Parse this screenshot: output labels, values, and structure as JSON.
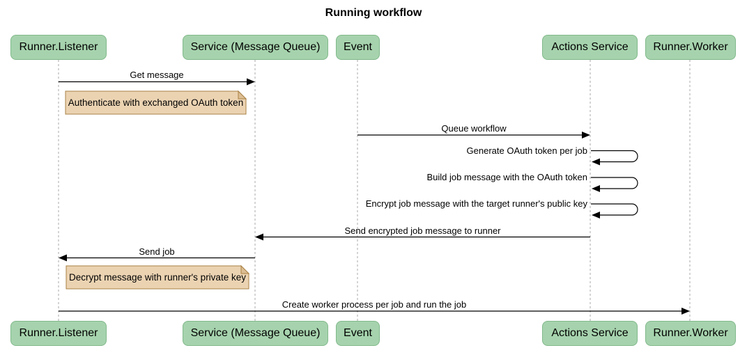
{
  "title": "Running workflow",
  "diagram_type": "sequence",
  "actors": [
    {
      "id": "runner-listener",
      "label": "Runner.Listener"
    },
    {
      "id": "service-message-queue",
      "label": "Service (Message Queue)"
    },
    {
      "id": "event",
      "label": "Event"
    },
    {
      "id": "actions-service",
      "label": "Actions Service"
    },
    {
      "id": "runner-worker",
      "label": "Runner.Worker"
    }
  ],
  "messages": [
    {
      "label": "Get message",
      "from": "Runner.Listener",
      "to": "Service (Message Queue)",
      "kind": "arrow-right"
    },
    {
      "label": "Queue workflow",
      "from": "Event",
      "to": "Actions Service",
      "kind": "arrow-right"
    },
    {
      "label": "Generate OAuth token per job",
      "from": "Actions Service",
      "to": "Actions Service",
      "kind": "self-loop"
    },
    {
      "label": "Build job message with the OAuth token",
      "from": "Actions Service",
      "to": "Actions Service",
      "kind": "self-loop"
    },
    {
      "label": "Encrypt job message with the target runner's public key",
      "from": "Actions Service",
      "to": "Actions Service",
      "kind": "self-loop"
    },
    {
      "label": "Send encrypted job message to runner",
      "from": "Actions Service",
      "to": "Service (Message Queue)",
      "kind": "arrow-left"
    },
    {
      "label": "Send job",
      "from": "Service (Message Queue)",
      "to": "Runner.Listener",
      "kind": "arrow-left"
    },
    {
      "label": "Create worker process per job and run the job",
      "from": "Runner.Listener",
      "to": "Runner.Worker",
      "kind": "arrow-right"
    }
  ],
  "notes": [
    {
      "text": "Authenticate with exchanged OAuth token",
      "position": "right of Runner.Listener"
    },
    {
      "text": "Decrypt message with runner's private key",
      "position": "right of Runner.Listener"
    }
  ],
  "colors": {
    "actor_fill": "#A6D3AD",
    "actor_border": "#81B88B",
    "note_fill": "#EBD3B2",
    "note_fold": "#DCBE94",
    "note_border": "#AA8144",
    "lifeline": "#A9A9A9",
    "arrow": "#000000",
    "text": "#000000",
    "background": "#FFFFFF"
  }
}
